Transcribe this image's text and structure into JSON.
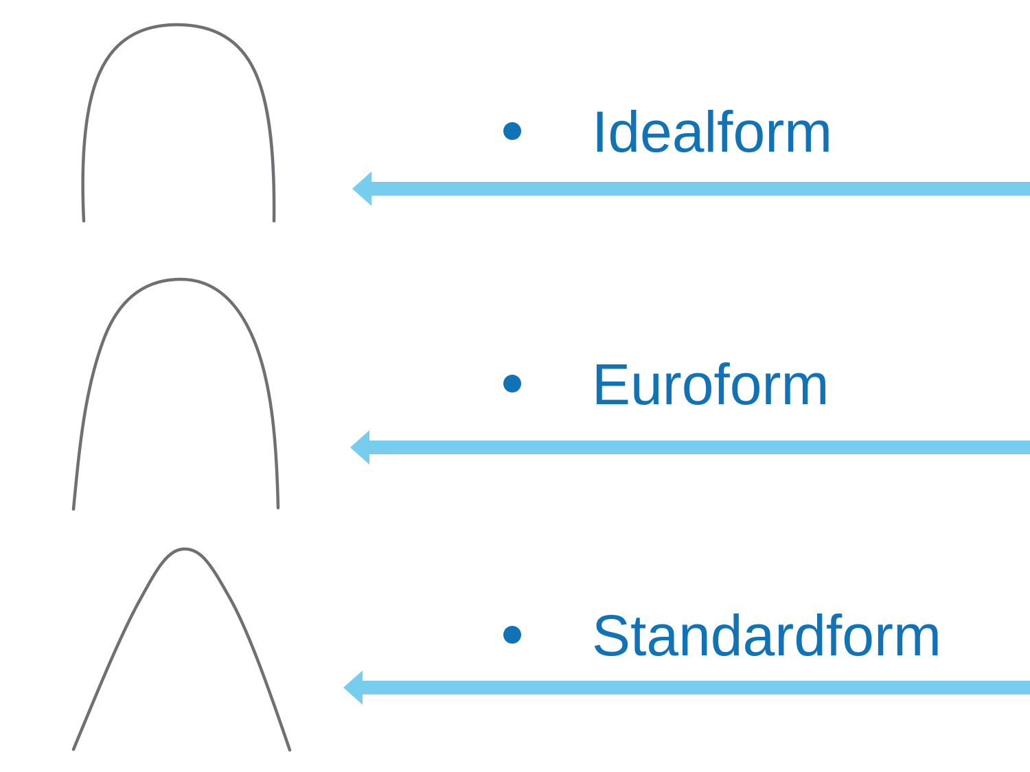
{
  "slide": {
    "background": "#ffffff"
  },
  "colors": {
    "label_text": "#1173b5",
    "bullet": "#1173b5",
    "arrow": "#77cdee",
    "wire": "#6e7073"
  },
  "items": [
    {
      "label": "Idealform",
      "bullet_glyph": "•"
    },
    {
      "label": "Euroform",
      "bullet_glyph": "•"
    },
    {
      "label": "Standardform",
      "bullet_glyph": "•"
    }
  ]
}
